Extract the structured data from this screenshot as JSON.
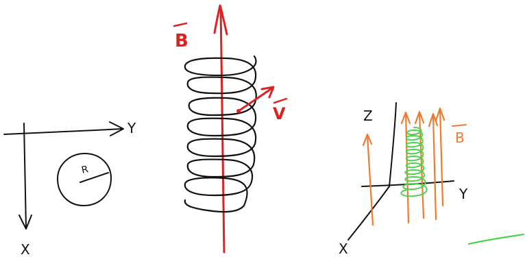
{
  "left_sketch": {
    "axis_x_label": "X",
    "axis_y_label": "Y",
    "radius_label": "R"
  },
  "middle_sketch": {
    "field_label": "B",
    "velocity_label": "V"
  },
  "right_sketch": {
    "axis_x_label": "X",
    "axis_y_label": "Y",
    "axis_z_label": "Z",
    "field_label": "B"
  },
  "colors": {
    "ink": "#111111",
    "field": "#e02020",
    "field_lines": "#f07a30",
    "helix_3d": "#4cd34c",
    "stroke_green": "#3ad23a"
  }
}
